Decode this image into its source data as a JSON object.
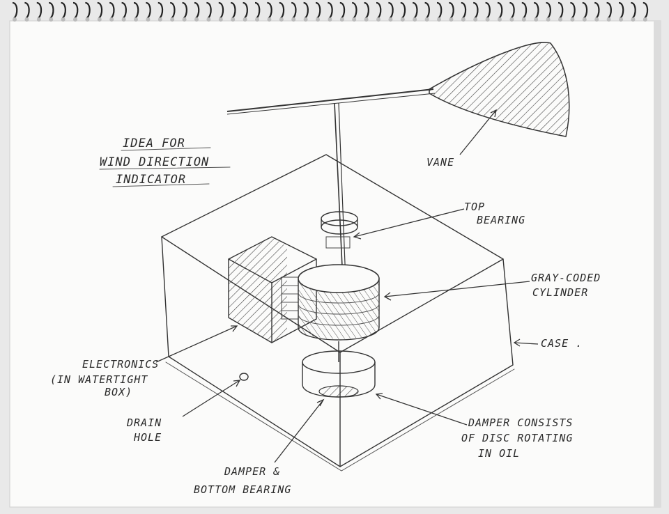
{
  "title": {
    "line1": "IDEA FOR",
    "line2": "WIND DIRECTION",
    "line3": "INDICATOR"
  },
  "labels": {
    "vane": "VANE",
    "top_bearing_1": "TOP",
    "top_bearing_2": "BEARING",
    "gray_cyl_1": "GRAY-CODED",
    "gray_cyl_2": "CYLINDER",
    "case": "CASE .",
    "electronics_1": "ELECTRONICS",
    "electronics_2": "(IN WATERTIGHT",
    "electronics_3": "BOX)",
    "drain_1": "DRAIN",
    "drain_2": "HOLE",
    "damper_note_1": "DAMPER CONSISTS",
    "damper_note_2": "OF DISC ROTATING",
    "damper_note_3": "IN OIL",
    "damper_bb_1": "DAMPER &",
    "damper_bb_2": "BOTTOM BEARING"
  },
  "colors": {
    "paper": "#fbfbfa",
    "ink": "#333333",
    "spiral": "#222222",
    "hatch": "#444444"
  }
}
